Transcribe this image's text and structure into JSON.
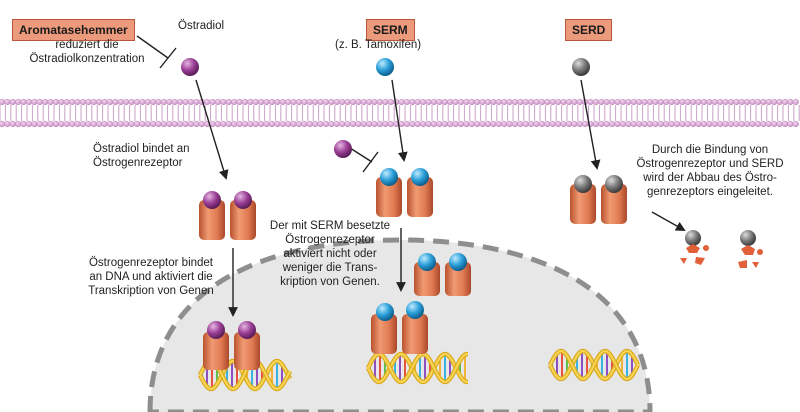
{
  "labels": {
    "aromatase_inhibitor": "Aromatasehemmer",
    "aromatase_desc": "reduziert die\nÖstradiolkonzentration",
    "estradiol": "Östradiol",
    "serm": "SERM",
    "serm_example": "(z. B. Tamoxifen)",
    "serd": "SERD",
    "estradiol_binds": "Östradiol bindet an\nÖstrogenrezeptor",
    "serm_bound": "Der mit SERM besetzte\nÖstrogenrezeptor\naktiviert nicht oder\nweniger die Trans-\nkription von Genen.",
    "serd_degradation": "Durch die Bindung von\nÖstrogenrezeptor und SERD\nwird der Abbau des Östro-\ngenrezeptors eingeleitet.",
    "er_dna": "Östrogenrezeptor bindet\nan DNA und aktiviert die\nTranskription von Genen"
  },
  "colors": {
    "label_box": "#ec9a7c",
    "membrane": "#c98dc4",
    "receptor": "#e07a52",
    "estradiol": "#9b3f96",
    "serm": "#2a9fd8",
    "serd": "#7a7a7a",
    "nucleus": "#e7e7e7",
    "degradation": "#e0603a"
  },
  "icons": {
    "inhibition": "t-bar-inhibition-icon",
    "arrow": "arrow-icon",
    "dna": "dna-double-helix-icon",
    "membrane": "cell-membrane-icon"
  }
}
